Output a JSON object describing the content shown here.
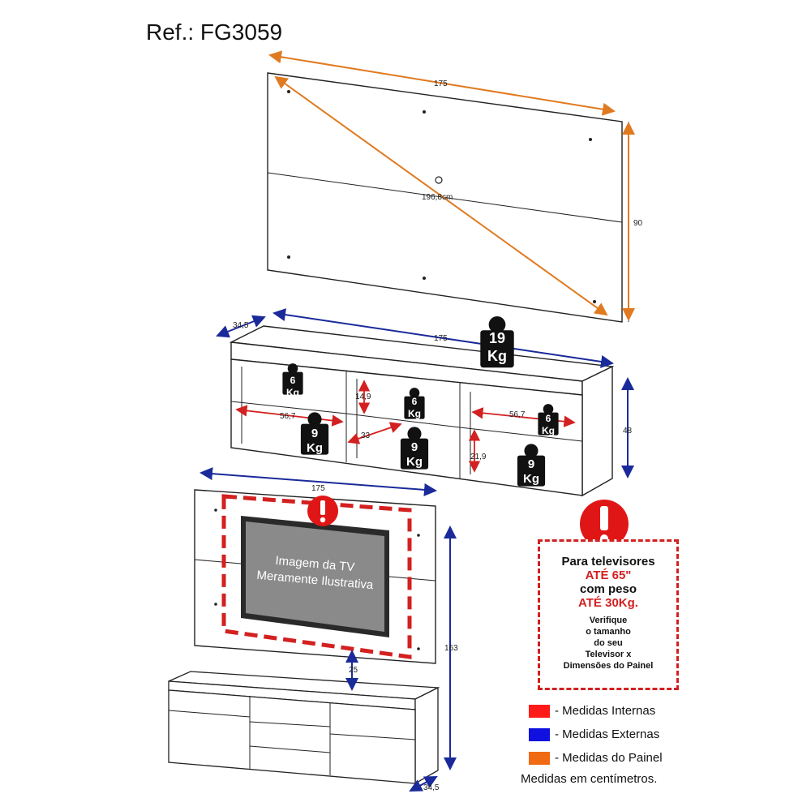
{
  "reference": "Ref.: FG3059",
  "panel": {
    "width": "175",
    "height": "90",
    "diagonal": "196,8cm"
  },
  "rack": {
    "width": "175",
    "depth": "34,5",
    "height": "48",
    "internal_width_left": "56,7",
    "internal_width_right": "56,7",
    "shelf_height": "14,9",
    "middle_width": "33",
    "right_shelf_height": "21,9"
  },
  "weights": {
    "top": [
      "19",
      "Kg"
    ],
    "left_upper": [
      "6",
      "Kg"
    ],
    "left_lower": [
      "9",
      "Kg"
    ],
    "middle_upper": [
      "6",
      "Kg"
    ],
    "middle_lower": [
      "9",
      "Kg"
    ],
    "right_upper": [
      "6",
      "Kg"
    ],
    "right_lower": [
      "9",
      "Kg"
    ]
  },
  "assembly": {
    "width": "175",
    "height": "163",
    "gap": "25",
    "depth": "34,5"
  },
  "tv_placeholder": [
    "Imagem da TV",
    "Meramente Ilustrativa"
  ],
  "warning": {
    "line1": "Para televisores",
    "line2": "ATÉ 65\"",
    "line3": "com peso",
    "line4": "ATÉ 30Kg.",
    "details": [
      "Verifique",
      "o tamanho",
      "do seu",
      "Televisor x",
      "Dimensões do Painel"
    ]
  },
  "legend": [
    {
      "color": "#ff1a1a",
      "label": "- Medidas Internas"
    },
    {
      "color": "#1010e0",
      "label": "- Medidas Externas"
    },
    {
      "color": "#ef6a12",
      "label": "- Medidas do Painel"
    }
  ],
  "units_note": "Medidas em centímetros.",
  "colors": {
    "internal": "#d32020",
    "external": "#1a2a9a",
    "panel": "#e07a20"
  }
}
